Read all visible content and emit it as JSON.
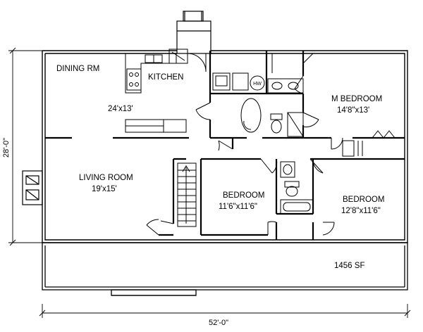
{
  "rooms": {
    "dining": {
      "name": "DINING RM"
    },
    "kitchen": {
      "name": "KITCHEN",
      "size": "24'x13'"
    },
    "master": {
      "name": "M BEDROOM",
      "size": "14'8\"x13'"
    },
    "living": {
      "name": "LIVING ROOM",
      "size": "19'x15'"
    },
    "bedroom2": {
      "name": "BEDROOM",
      "size": "11'6\"x11'6\""
    },
    "bedroom3": {
      "name": "BEDROOM",
      "size": "12'8\"x11'6\""
    }
  },
  "fixtures": {
    "water_heater": "HW"
  },
  "area": "1456 SF",
  "dimensions": {
    "width": "52'-0\"",
    "depth": "28'-0\""
  }
}
